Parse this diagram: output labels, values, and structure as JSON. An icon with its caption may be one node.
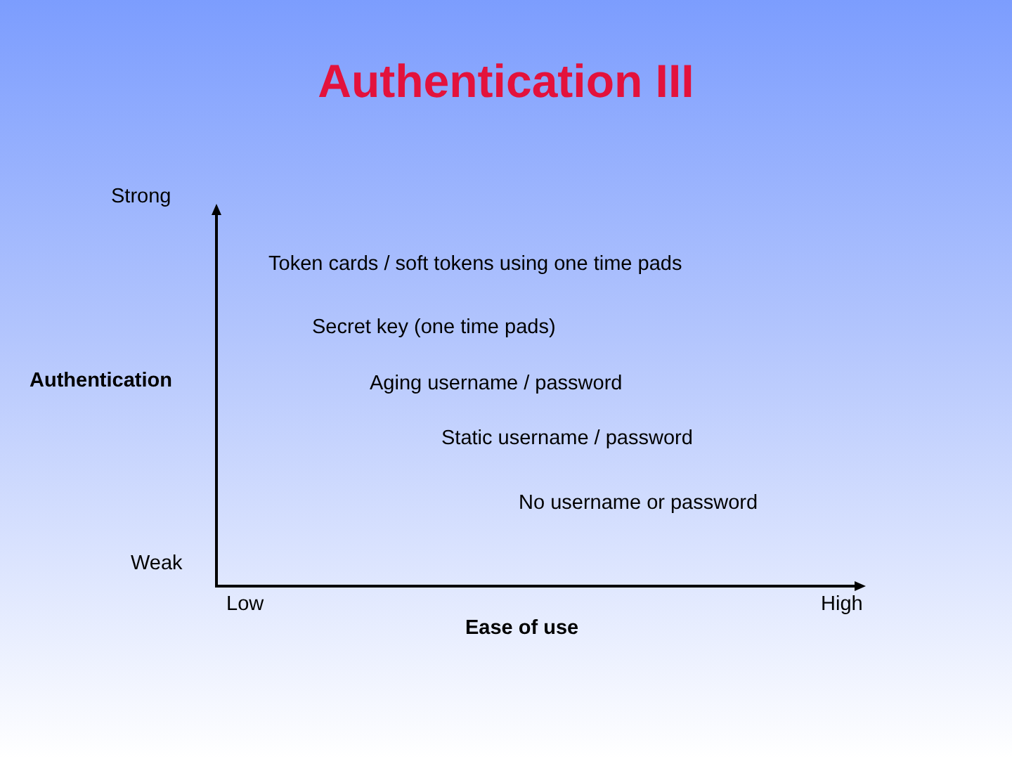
{
  "diagram": {
    "title": "Authentication III",
    "labels": [
      "Strong",
      "Token cards / soft tokens using one time pads",
      "Secret key (one time pads)",
      "Authentication",
      "Aging username / password",
      "Static username / password",
      "No username or password",
      "Weak",
      "Low",
      "Ease of use",
      "High"
    ]
  }
}
